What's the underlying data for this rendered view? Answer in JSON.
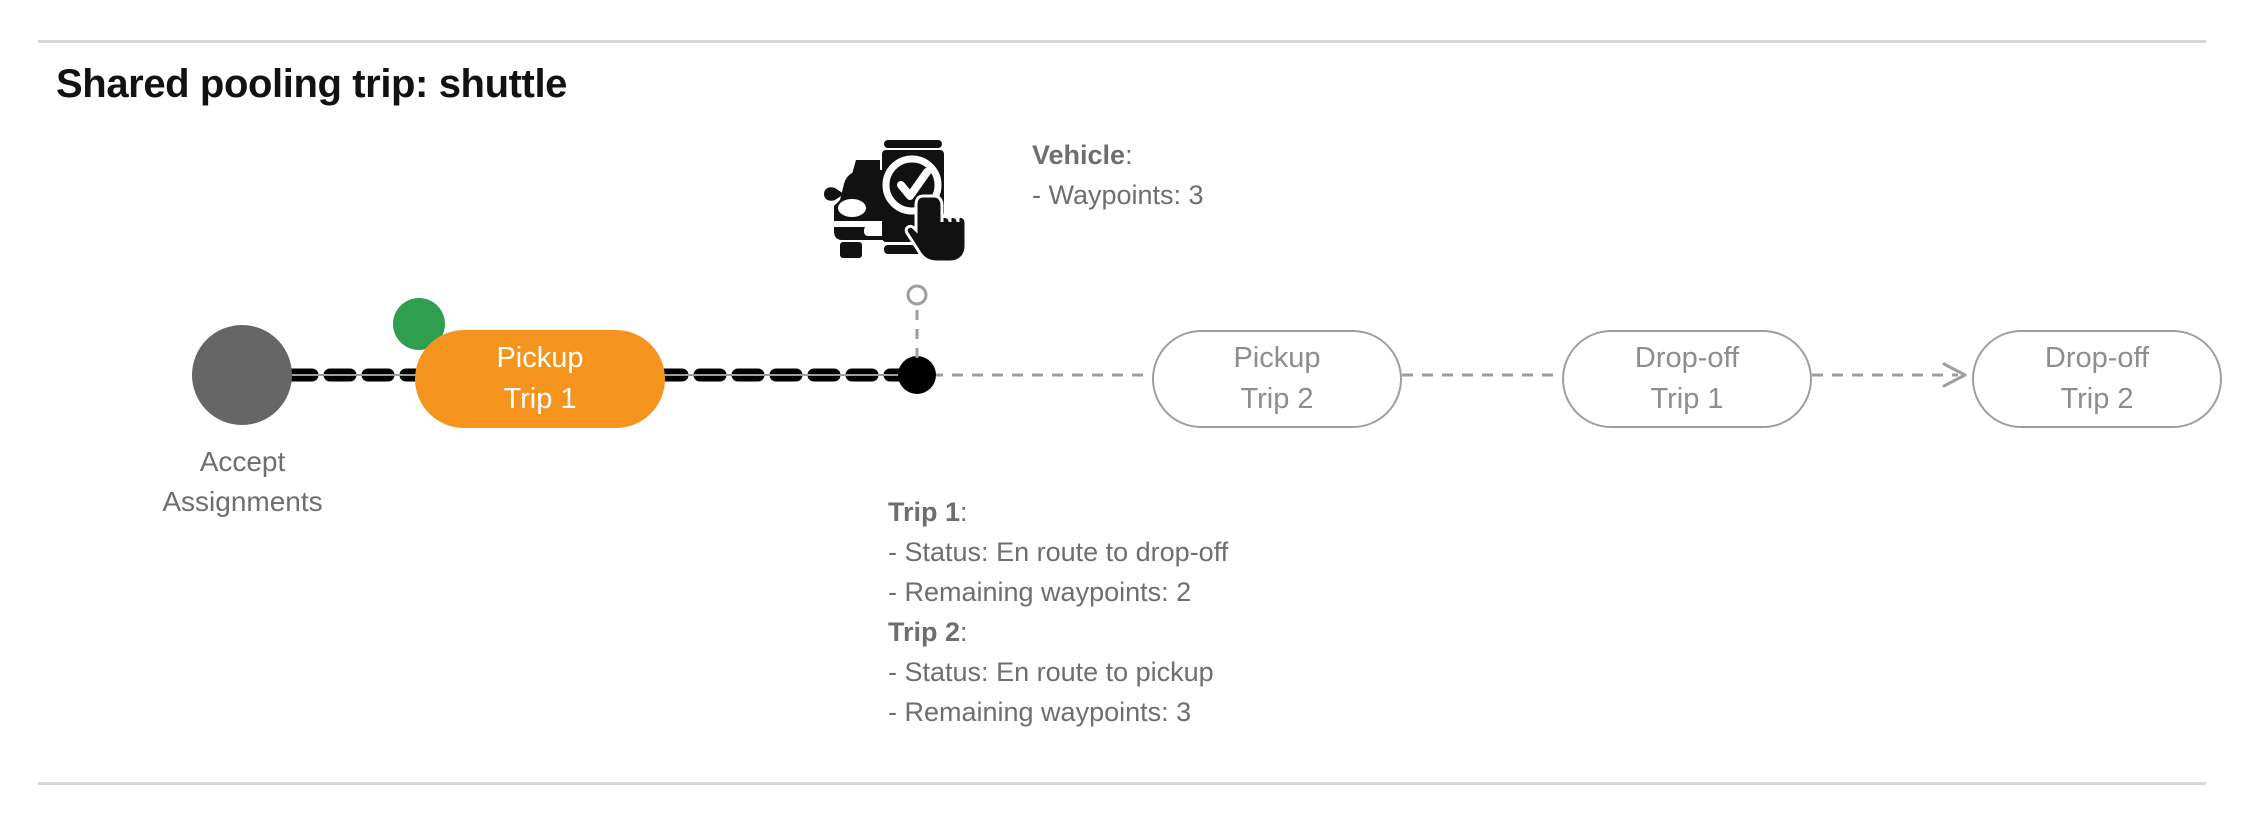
{
  "page": {
    "title": "Shared pooling trip: shuttle",
    "background": "#ffffff",
    "divider_color": "#d6d7d8"
  },
  "colors": {
    "active_pill": "#f4941f",
    "success_badge": "#2f9e4f",
    "completed_node": "#666666",
    "future_outline": "#9e9e9e",
    "future_text": "#8d8d8d",
    "body_text": "#6e6e6e",
    "title_text": "#121212",
    "route_traveled": "#000000",
    "route_remaining": "#9e9e9e"
  },
  "flow": {
    "start_node": {
      "icon": "check-circle-icon",
      "label_line1": "Accept",
      "label_line2": "Assignments",
      "state": "completed"
    },
    "active_step": {
      "badge_icon": "check-badge-icon",
      "line1": "Pickup",
      "line2": "Trip 1",
      "state": "completed-active"
    },
    "vehicle_marker": {
      "icon": "vehicle-position-dot",
      "connector_icon": "waypoint-circle-icon"
    },
    "future_steps": [
      {
        "line1": "Pickup",
        "line2": "Trip 2",
        "state": "pending"
      },
      {
        "line1": "Drop-off",
        "line2": "Trip 1",
        "state": "pending"
      },
      {
        "line1": "Drop-off",
        "line2": "Trip 2",
        "state": "pending"
      }
    ]
  },
  "vehicle": {
    "icon": "vehicle-app-check-icon",
    "heading": "Vehicle",
    "heading_suffix": ":",
    "lines": [
      "- Waypoints: 3"
    ]
  },
  "trips": [
    {
      "heading": "Trip 1",
      "heading_suffix": ":",
      "status_label": "- Status:",
      "status_value": "En route to drop-off",
      "waypoints_line": "- Remaining waypoints: 2"
    },
    {
      "heading": "Trip 2",
      "heading_suffix": ":",
      "status_label": "- Status:",
      "status_value": "En route to pickup",
      "waypoints_line": "- Remaining waypoints: 3"
    }
  ]
}
